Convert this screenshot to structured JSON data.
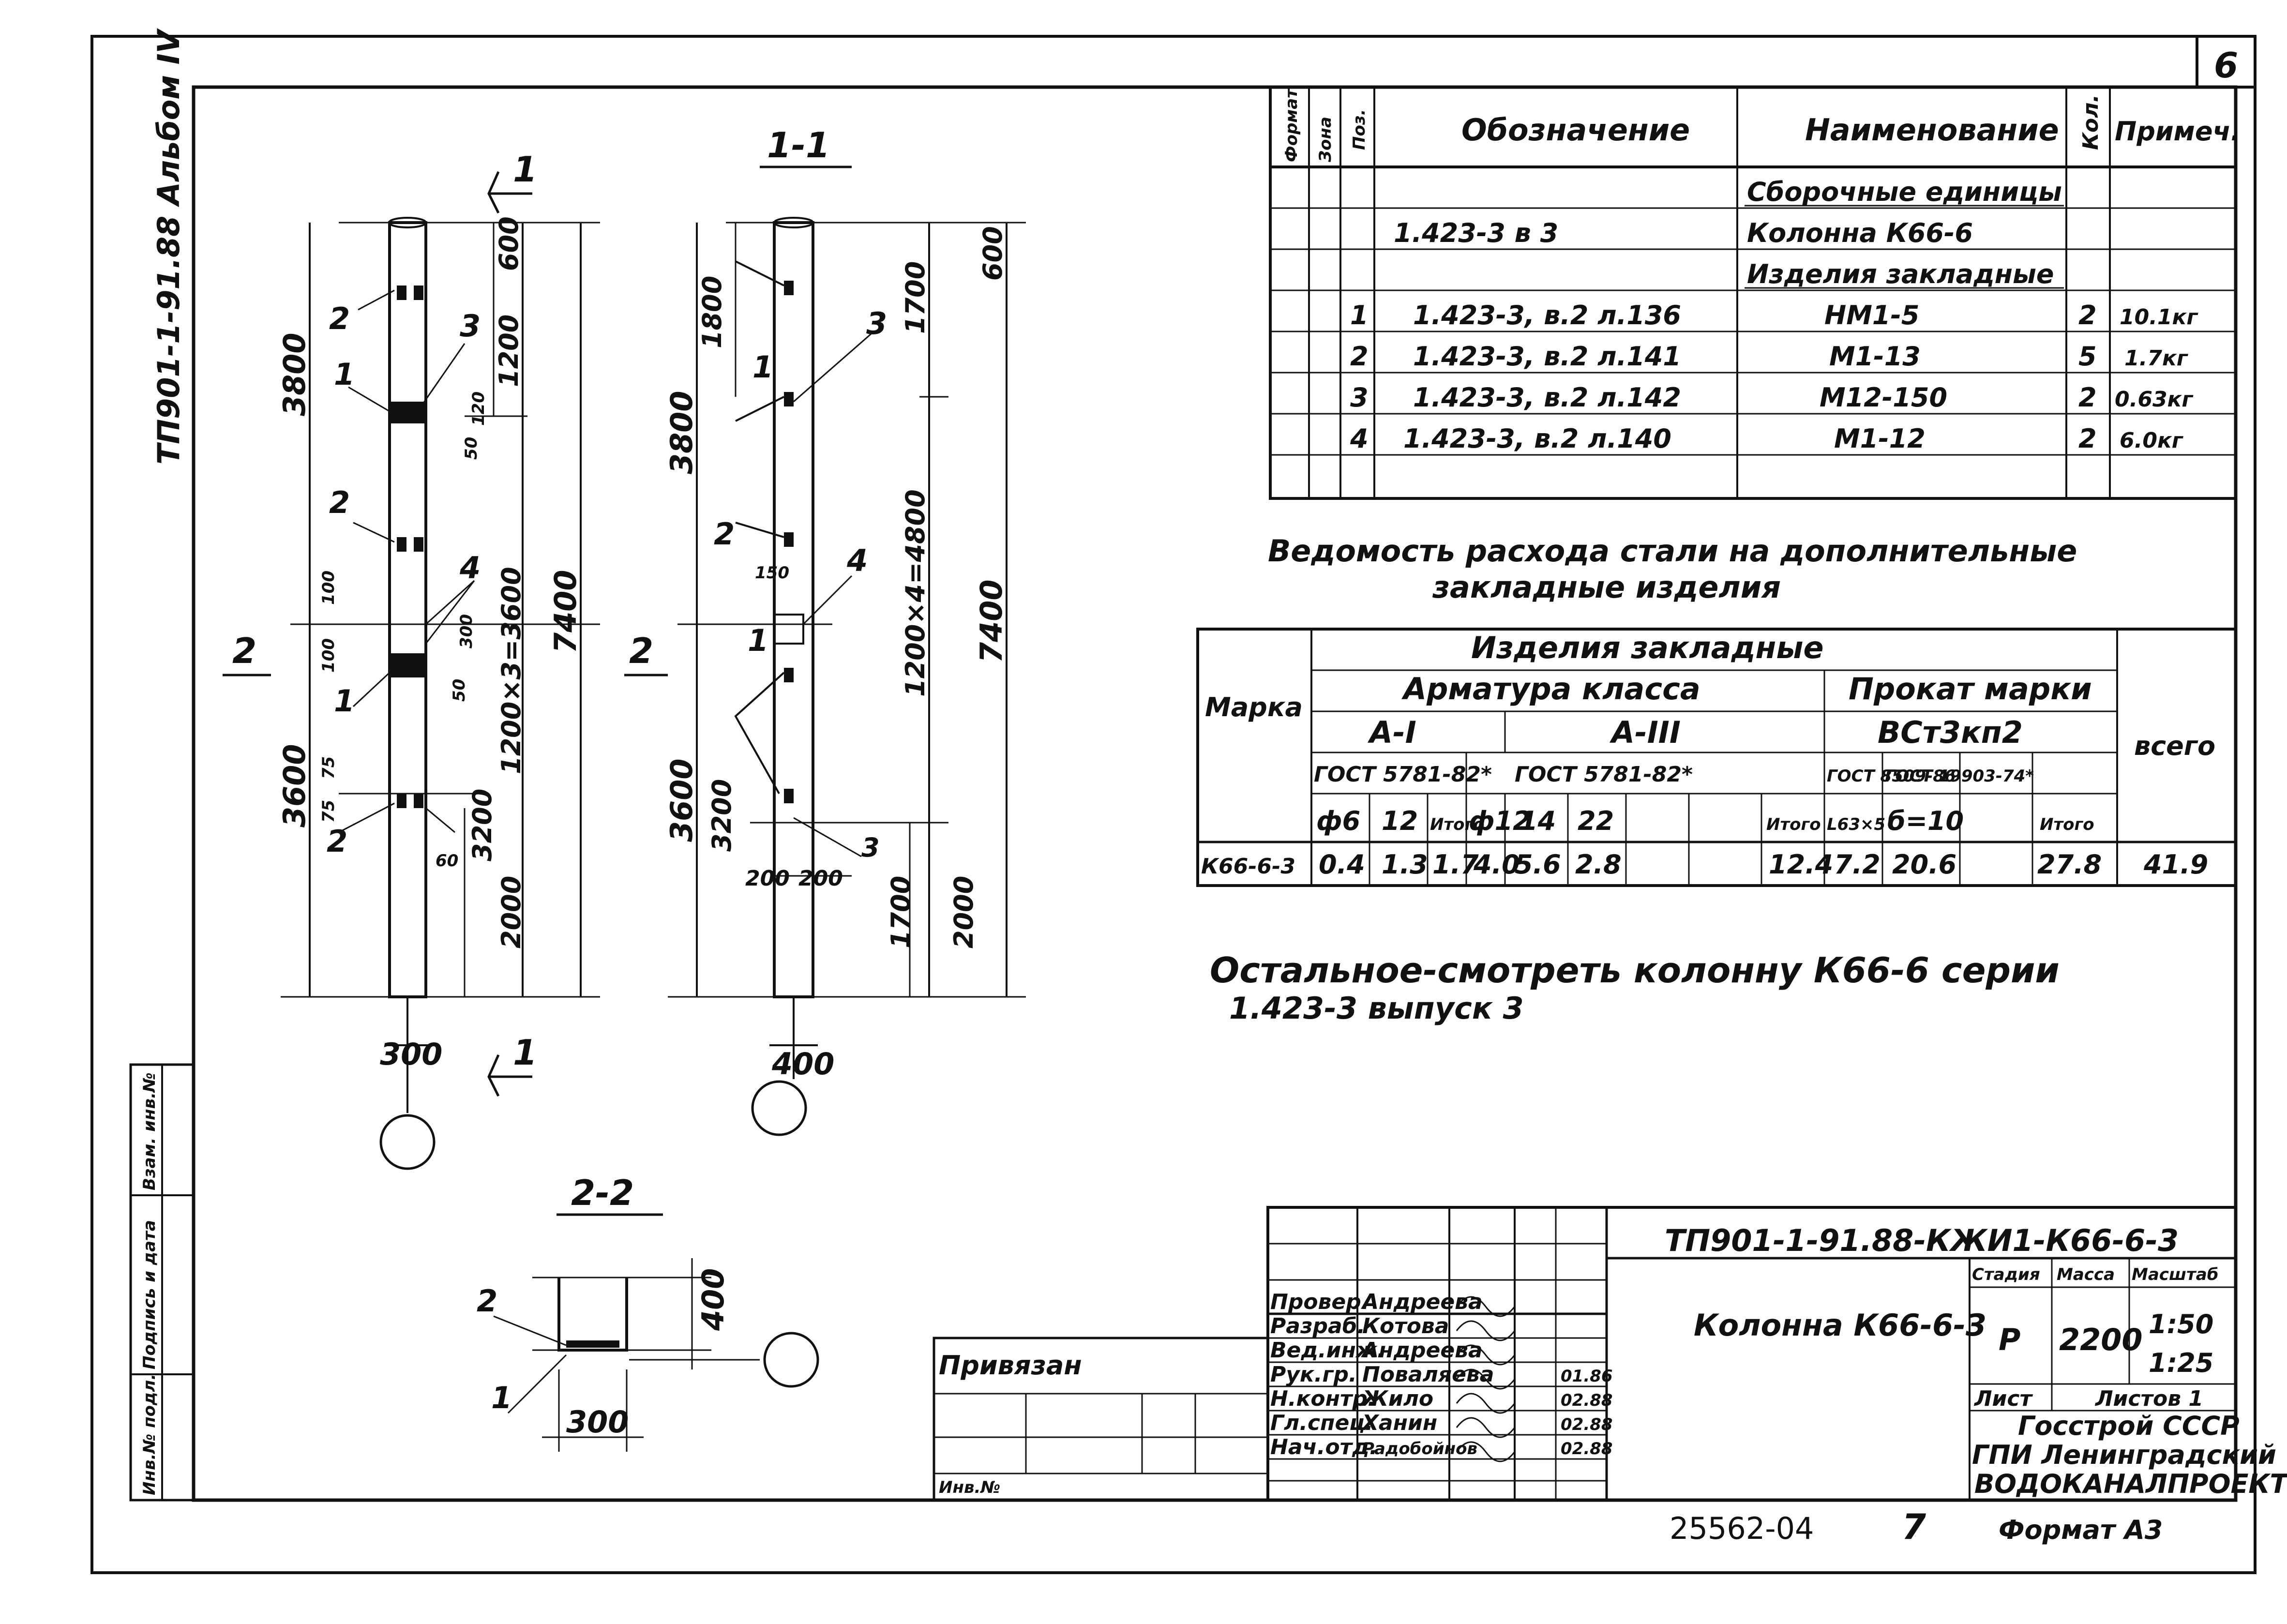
{
  "sheet": {
    "number": "6"
  },
  "side_stamp": {
    "text": "ТП901-1-91.88 Альбом IV"
  },
  "side_columns": {
    "labels": [
      "Инв.№ подл.",
      "Подпись и дата",
      "Взам. инв.№"
    ]
  },
  "section_labels": {
    "s11_top": "1-1",
    "s22": "2-2",
    "cut_1": "1",
    "cut_2": "2"
  },
  "elevation_left": {
    "dims": [
      "3800",
      "1200",
      "600",
      "7400",
      "1200×3=3600",
      "3600",
      "3200",
      "2000",
      "300",
      "100",
      "100",
      "75",
      "75",
      "50",
      "120",
      "50",
      "300",
      "60"
    ],
    "callouts": [
      "1",
      "2",
      "3",
      "4"
    ]
  },
  "elevation_right": {
    "dims": [
      "3800",
      "1800",
      "1700",
      "600",
      "7400",
      "1200×4=4800",
      "3600",
      "3200",
      "2000",
      "1700",
      "400",
      "150",
      "200",
      "200"
    ],
    "callouts": [
      "1",
      "2",
      "3",
      "4"
    ]
  },
  "section22": {
    "dims": [
      "400",
      "300"
    ],
    "callouts": [
      "1",
      "2"
    ]
  },
  "spec_table": {
    "headers": [
      "Формат",
      "Зона",
      "Поз.",
      "Обозначение",
      "Наименование",
      "Кол.",
      "Примеч."
    ],
    "rows": [
      {
        "pos": "",
        "designation": "",
        "name": "Сборочные единицы",
        "qty": "",
        "note": "",
        "underline": true
      },
      {
        "pos": "",
        "designation": "1.423-3 в 3",
        "name": "Колонна К66-6",
        "qty": "",
        "note": ""
      },
      {
        "pos": "",
        "designation": "",
        "name": "Изделия закладные",
        "qty": "",
        "note": "",
        "underline": true
      },
      {
        "pos": "1",
        "designation": "1.423-3, в.2 л.136",
        "name": "НМ1-5",
        "qty": "2",
        "note": "10.1кг"
      },
      {
        "pos": "2",
        "designation": "1.423-3, в.2 л.141",
        "name": "М1-13",
        "qty": "5",
        "note": "1.7кг"
      },
      {
        "pos": "3",
        "designation": "1.423-3, в.2 л.142",
        "name": "М12-150",
        "qty": "2",
        "note": "0.63кг"
      },
      {
        "pos": "4",
        "designation": "1.423-3, в.2 л.140",
        "name": "М1-12",
        "qty": "2",
        "note": "6.0кг"
      }
    ]
  },
  "steel_title": {
    "line1": "Ведомость расхода стали на дополнительные",
    "line2": "закладные изделия"
  },
  "steel_table": {
    "marka": "Марка",
    "group": "Изделия закладные",
    "armatura": "Арматура класса",
    "prokat": "Прокат марки",
    "vsego": "всего",
    "class_a1": "А-I",
    "class_a3": "А-III",
    "vst": "ВСт3кп2",
    "gost_a1": "ГОСТ 5781-82*",
    "gost_a3": "ГОСТ 5781-82*",
    "gost_l": "ГОСТ 8509-86",
    "gost_b": "ГОСТ 19903-74*",
    "sub": [
      "ф6",
      "12",
      "Итого",
      "ф12",
      "14",
      "22",
      "",
      "Итого",
      "L63×5",
      "б=10",
      "",
      "Итого"
    ],
    "row": {
      "mark": "К66-6-3",
      "values": [
        "0.4",
        "1.3",
        "1.7",
        "4.0",
        "5.6",
        "2.8",
        "",
        "12.4",
        "7.2",
        "20.6",
        "",
        "27.8"
      ],
      "total": "41.9"
    }
  },
  "note": {
    "line1": "Остальное-смотреть колонну К66-6 серии",
    "line2": "1.423-3 выпуск 3"
  },
  "title_block": {
    "code": "ТП901-1-91.88-КЖИ1-К66-6-3",
    "object_name": "Колонна К66-6-3",
    "privyazan": "Привязан",
    "inv": "Инв.№",
    "staff": [
      {
        "role": "Провер.",
        "name": "Андреева",
        "date": ""
      },
      {
        "role": "Разраб.",
        "name": "Котова",
        "date": ""
      },
      {
        "role": "Вед.инж.",
        "name": "Андреева",
        "date": ""
      },
      {
        "role": "Рук.гр.",
        "name": "Поваляева",
        "date": "01.86"
      },
      {
        "role": "Н.контр.",
        "name": "Жило",
        "date": "02.88"
      },
      {
        "role": "Гл.спец.",
        "name": "Ханин",
        "date": "02.88"
      },
      {
        "role": "Нач.отд.",
        "name": "Радобойнов",
        "date": "02.88"
      }
    ],
    "stage_label": "Стадия",
    "mass_label": "Масса",
    "scale_label": "Масштаб",
    "stage": "Р",
    "mass": "2200",
    "scale1": "1:50",
    "scale2": "1:25",
    "sheet_label": "Лист",
    "sheets_label": "Листов 1",
    "org1": "Госстрой СССР",
    "org2": "ГПИ Ленинградский",
    "org3": "ВОДОКАНАЛПРОЕКТ"
  },
  "footer": {
    "inv": "25562-04",
    "page": "7",
    "format": "Формат А3"
  }
}
